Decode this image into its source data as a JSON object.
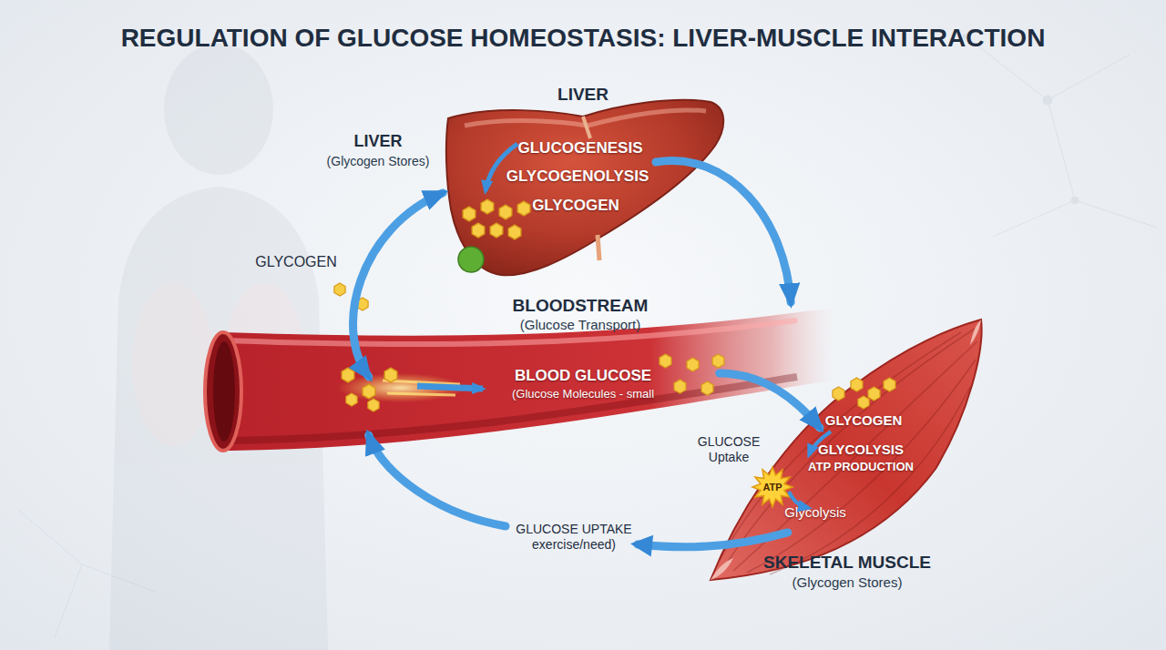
{
  "diagram": {
    "title": "REGULATION OF GLUCOSE HOMEOSTASIS: LIVER-MUSCLE INTERACTION",
    "nodes": [
      {
        "text": [
          "LIVER",
          "GLUCOGENESIS",
          "GLYCOGENOLYSIS",
          "GLYCOGEN"
        ]
      },
      {
        "text": [
          "BLOODSTREAM",
          "(Glucose Transport)",
          "BLOOD GLUCOSE",
          "(Glucose Molecules - small"
        ]
      },
      {
        "text": [
          "GLYCOGEN",
          "GLYCOLYSIS",
          "ATP PRODUCTION",
          "Glycolysis",
          "SKELETAL MUSCLE",
          "(Glycogen Stores)"
        ]
      },
      {
        "text": [
          "ATP"
        ],
        "in": 2
      }
    ],
    "edges": [
      {
        "from": 1,
        "to": 0,
        "arrow": "both",
        "label": "GLYCOGEN"
      },
      {
        "from": 0,
        "to": 1,
        "arrow": "to"
      },
      {
        "from": 1,
        "to": 2,
        "arrow": "to",
        "label": "GLUCOSE Uptake"
      },
      {
        "from": 2,
        "to": 1,
        "arrow": "to",
        "label": "GLUCOSE UPTAKE exercise/need)"
      }
    ],
    "labels": [
      "LIVER",
      "(Glycogen Stores)"
    ]
  }
}
